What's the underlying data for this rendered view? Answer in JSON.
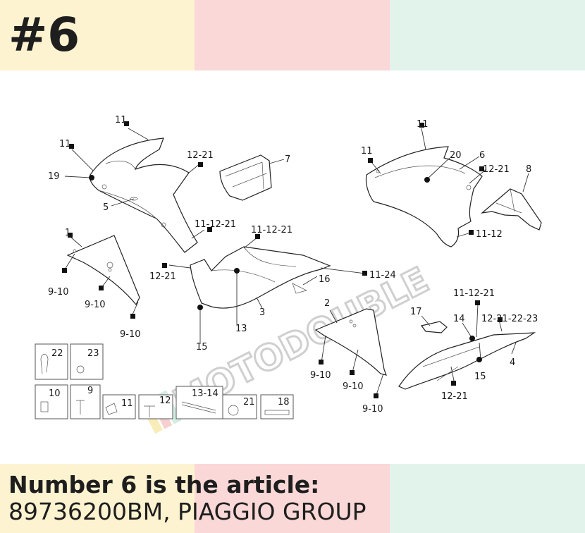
{
  "header": {
    "badge": "#6"
  },
  "colors": {
    "band_yellow": "#fdf3d0",
    "band_pink": "#fbd8d8",
    "band_green": "#e2f3ec"
  },
  "caption": {
    "line1": "Number 6 is the article:",
    "line2": "89736200BM, PIAGGIO GROUP"
  },
  "diagram": {
    "watermark": "MOTODOUBLE",
    "callouts": {
      "c1": "11",
      "c2": "11",
      "c3": "19",
      "c4": "12-21",
      "c5": "7",
      "c6": "5",
      "c7": "1",
      "c8": "11-12-21",
      "c9": "9-10",
      "c10": "9-10",
      "c11": "12-21",
      "c12": "11-12-21",
      "c13": "9-10",
      "c14": "3",
      "c15": "13",
      "c16": "15",
      "c17": "16",
      "c18": "11-24",
      "c19": "11",
      "c20": "11",
      "c21": "20",
      "c22": "6",
      "c23": "12-21",
      "c24": "8",
      "c25": "11-12",
      "c26": "2",
      "c27": "11-12-21",
      "c28": "17",
      "c29": "14",
      "c30": "12-21-22-23",
      "c31": "4",
      "c32": "15",
      "c33": "12-21",
      "c34": "9-10",
      "c35": "9-10",
      "c36": "9-10"
    },
    "fasteners": {
      "f1": "22",
      "f2": "23",
      "f3": "10",
      "f4": "9",
      "f5": "11",
      "f6": "12",
      "f7": "13-14",
      "f8": "21",
      "f9": "18"
    }
  }
}
